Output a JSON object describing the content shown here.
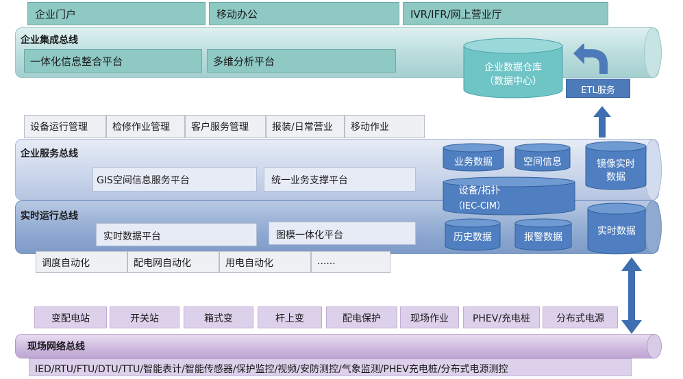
{
  "portals": [
    "企业门户",
    "移动办公",
    "IVR/IFR/网上营业厅"
  ],
  "enterprise_bus": {
    "title": "企业集成总线",
    "platforms": [
      "一体化信息整合平台",
      "多维分析平台"
    ],
    "warehouse": {
      "line1": "企业数据仓库",
      "line2": "（数据中心）"
    },
    "etl": "ETL服务"
  },
  "business_apps": [
    "设备运行管理",
    "检修作业管理",
    "客户服务管理",
    "报装/日常营业",
    "移动作业"
  ],
  "service_bus": {
    "title": "企业服务总线",
    "platforms": [
      "GIS空间信息服务平台",
      "统一业务支撑平台"
    ]
  },
  "databases": {
    "business": "业务数据",
    "spatial": "空间信息",
    "mirror_line1": "镜像实时",
    "mirror_line2": "数据",
    "equipment_line1": "设备/拓扑",
    "equipment_line2": "（IEC-CIM）",
    "history": "历史数据",
    "alarm": "报警数据",
    "realtime": "实时数据"
  },
  "realtime_bus": {
    "title": "实时运行总线",
    "platforms": [
      "实时数据平台",
      "图模一体化平台"
    ]
  },
  "automation": [
    "调度自动化",
    "配电网自动化",
    "用电自动化",
    "......"
  ],
  "field_items": [
    "变配电站",
    "开关站",
    "箱式变",
    "杆上变",
    "配电保护",
    "现场作业",
    "PHEV/充电桩",
    "分布式电源"
  ],
  "field_bus": {
    "title": "现场网络总线"
  },
  "devices": "IED/RTU/FTU/DTU/TTU/智能表计/智能传感器/保护监控/视频/安防测控/气象监测/PHEV充电桩/分布式电源测控",
  "colors": {
    "teal": "#8ec9c4",
    "db_blue": "#4f7fc0",
    "arrow_blue": "#3f6fb0",
    "purple": "#ddd0ea"
  }
}
